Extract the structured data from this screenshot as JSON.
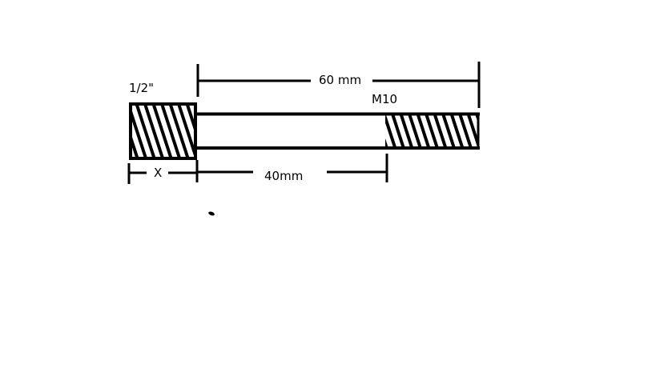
{
  "labels": {
    "head_size": "1/2\"",
    "overall_length": "60 mm",
    "thread_size": "M10",
    "head_length": "X",
    "shank_length": "40mm"
  },
  "colors": {
    "ink": "#000000",
    "background": "#ffffff"
  }
}
